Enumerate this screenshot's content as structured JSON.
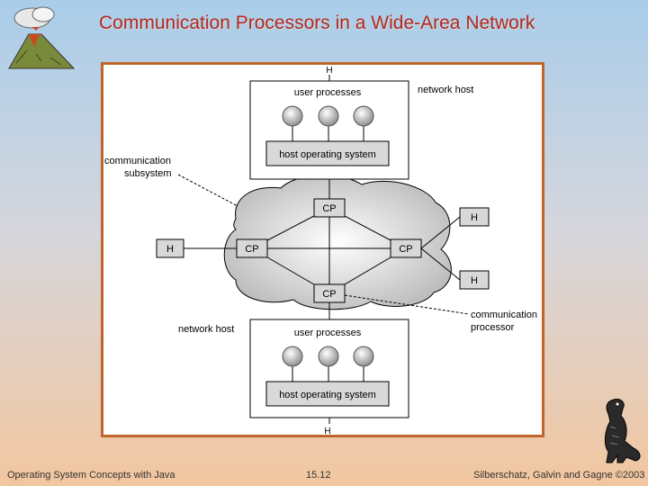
{
  "slide": {
    "title": "Communication Processors in a Wide-Area Network"
  },
  "diagram": {
    "labels": {
      "h_top": "H",
      "h_bottom": "H",
      "user_processes_top": "user processes",
      "user_processes_bottom": "user processes",
      "host_os_top": "host operating system",
      "host_os_bottom": "host operating system",
      "network_host_top": "network host",
      "network_host_bottom": "network host",
      "comm_subsystem_line1": "communication",
      "comm_subsystem_line2": "subsystem",
      "comm_processor_line1": "communication",
      "comm_processor_line2": "processor",
      "cp_top": "CP",
      "cp_bottom": "CP",
      "cp_left": "CP",
      "cp_right": "CP",
      "h_left": "H",
      "h_right_top": "H",
      "h_right_bottom": "H"
    }
  },
  "footer": {
    "left": "Operating System Concepts with Java",
    "center": "15.12",
    "right": "Silberschatz, Galvin and Gagne ©2003"
  }
}
